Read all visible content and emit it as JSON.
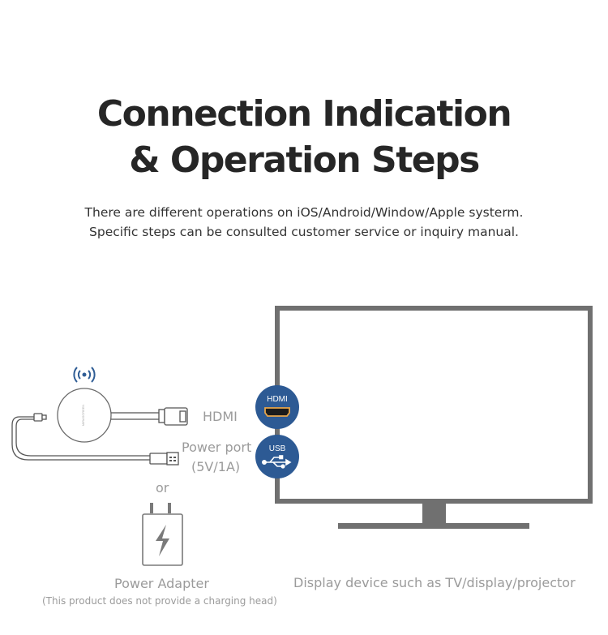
{
  "heading": {
    "line1": "Connection Indication",
    "line2": "& Operation Steps"
  },
  "description": {
    "line1": "There are different operations on iOS/Android/Window/Apple systerm.",
    "line2": "Specific steps can be consulted customer service or inquiry manual."
  },
  "diagram": {
    "hdmi_label": "HDMI",
    "power_port_label": "Power port",
    "power_spec": "(5V/1A)",
    "or_label": "or",
    "adapter_label": "Power Adapter",
    "adapter_note": "(This product does not provide a charging head)",
    "display_label": "Display device such as TV/display/projector",
    "hdmi_badge": "HDMI",
    "usb_badge": "USB"
  },
  "colors": {
    "badge_blue": "#2d5a94",
    "tv_gray": "#707070",
    "line_gray": "#555555",
    "label_gray": "#9b9b9b"
  }
}
